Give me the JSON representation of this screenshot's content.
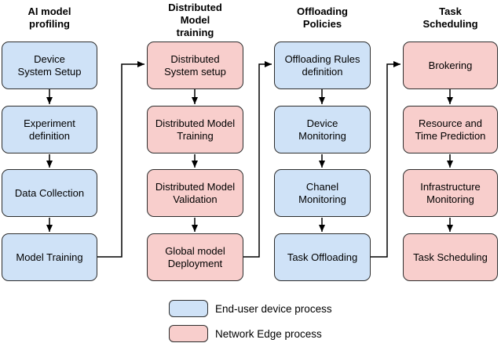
{
  "columns": [
    {
      "title": "AI model\nprofiling",
      "process_type": "End-user device process",
      "boxes": [
        "Device\nSystem Setup",
        "Experiment\ndefinition",
        "Data Collection",
        "Model Training"
      ]
    },
    {
      "title": "Distributed\nModel\ntraining",
      "process_type": "Network Edge process",
      "boxes": [
        "Distributed\nSystem setup",
        "Distributed Model\nTraining",
        "Distributed Model\nValidation",
        "Global model\nDeployment"
      ]
    },
    {
      "title": "Offloading\nPolicies",
      "process_type": "End-user device process",
      "boxes": [
        "Offloading Rules\ndefinition",
        "Device\nMonitoring",
        "Chanel\nMonitoring",
        "Task Offloading"
      ]
    },
    {
      "title": "Task\nScheduling",
      "process_type": "Network Edge process",
      "boxes": [
        "Brokering",
        "Resource and\nTime Prediction",
        "Infrastructure\nMonitoring",
        "Task Scheduling"
      ]
    }
  ],
  "legend": {
    "items": [
      {
        "label": "End-user device process",
        "color": "#cfe2f7"
      },
      {
        "label": "Network Edge process",
        "color": "#f8cecc"
      }
    ]
  },
  "colors": {
    "end_user_fill": "#cfe2f7",
    "network_edge_fill": "#f8cecc",
    "box_border": "#2d2d2d",
    "connector": "#000000"
  }
}
